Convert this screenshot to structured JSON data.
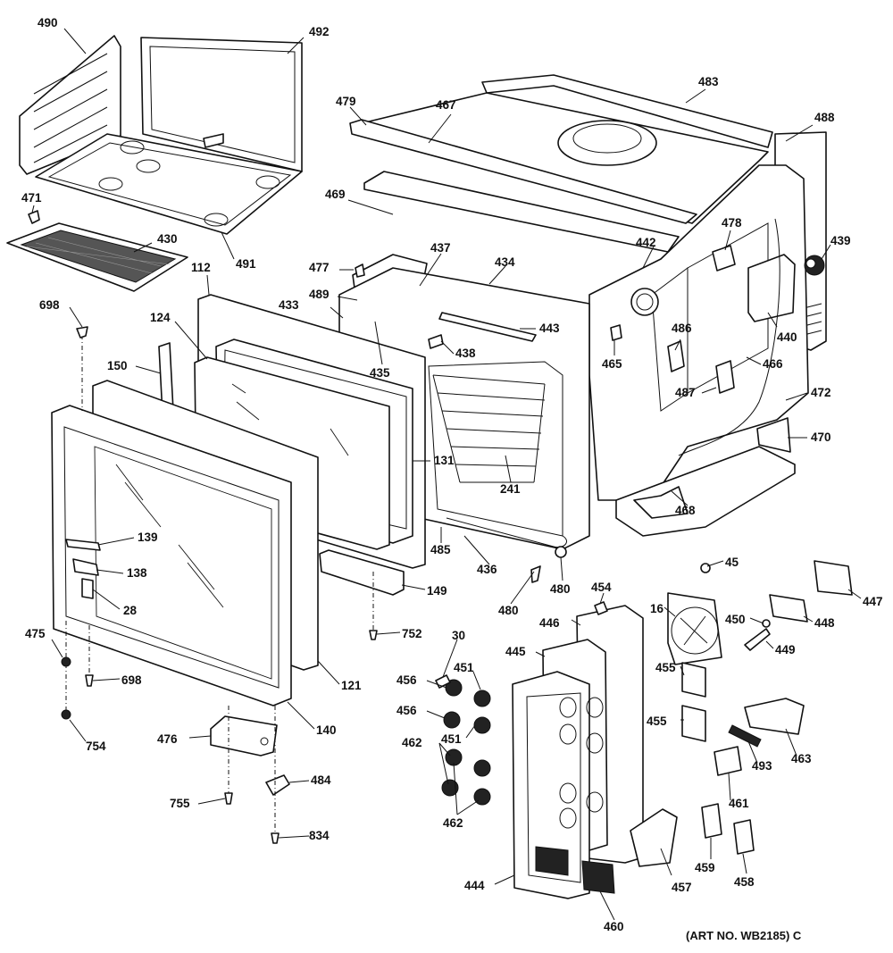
{
  "diagram": {
    "callouts": [
      {
        "id": "490",
        "text": "490"
      },
      {
        "id": "492",
        "text": "492"
      },
      {
        "id": "471",
        "text": "471"
      },
      {
        "id": "430",
        "text": "430"
      },
      {
        "id": "491",
        "text": "491"
      },
      {
        "id": "479",
        "text": "479"
      },
      {
        "id": "467",
        "text": "467"
      },
      {
        "id": "483",
        "text": "483"
      },
      {
        "id": "488",
        "text": "488"
      },
      {
        "id": "469",
        "text": "469"
      },
      {
        "id": "442",
        "text": "442"
      },
      {
        "id": "478",
        "text": "478"
      },
      {
        "id": "439",
        "text": "439"
      },
      {
        "id": "477",
        "text": "477"
      },
      {
        "id": "437",
        "text": "437"
      },
      {
        "id": "434",
        "text": "434"
      },
      {
        "id": "112",
        "text": "112"
      },
      {
        "id": "489",
        "text": "489"
      },
      {
        "id": "433",
        "text": "433"
      },
      {
        "id": "698a",
        "text": "698"
      },
      {
        "id": "124",
        "text": "124"
      },
      {
        "id": "443",
        "text": "443"
      },
      {
        "id": "486",
        "text": "486"
      },
      {
        "id": "440",
        "text": "440"
      },
      {
        "id": "438",
        "text": "438"
      },
      {
        "id": "465",
        "text": "465"
      },
      {
        "id": "466",
        "text": "466"
      },
      {
        "id": "150",
        "text": "150"
      },
      {
        "id": "435",
        "text": "435"
      },
      {
        "id": "487",
        "text": "487"
      },
      {
        "id": "472",
        "text": "472"
      },
      {
        "id": "470",
        "text": "470"
      },
      {
        "id": "131",
        "text": "131"
      },
      {
        "id": "241",
        "text": "241"
      },
      {
        "id": "468",
        "text": "468"
      },
      {
        "id": "139",
        "text": "139"
      },
      {
        "id": "485",
        "text": "485"
      },
      {
        "id": "45",
        "text": "45"
      },
      {
        "id": "138",
        "text": "138"
      },
      {
        "id": "436",
        "text": "436"
      },
      {
        "id": "480a",
        "text": "480"
      },
      {
        "id": "149",
        "text": "149"
      },
      {
        "id": "454",
        "text": "454"
      },
      {
        "id": "447",
        "text": "447"
      },
      {
        "id": "480b",
        "text": "480"
      },
      {
        "id": "446",
        "text": "446"
      },
      {
        "id": "16",
        "text": "16"
      },
      {
        "id": "450",
        "text": "450"
      },
      {
        "id": "28",
        "text": "28"
      },
      {
        "id": "448",
        "text": "448"
      },
      {
        "id": "752",
        "text": "752"
      },
      {
        "id": "30",
        "text": "30"
      },
      {
        "id": "445",
        "text": "445"
      },
      {
        "id": "475",
        "text": "475"
      },
      {
        "id": "451a",
        "text": "451"
      },
      {
        "id": "449",
        "text": "449"
      },
      {
        "id": "455a",
        "text": "455"
      },
      {
        "id": "456a",
        "text": "456"
      },
      {
        "id": "698b",
        "text": "698"
      },
      {
        "id": "121",
        "text": "121"
      },
      {
        "id": "456b",
        "text": "456"
      },
      {
        "id": "451b",
        "text": "451"
      },
      {
        "id": "455b",
        "text": "455"
      },
      {
        "id": "140",
        "text": "140"
      },
      {
        "id": "462a",
        "text": "462"
      },
      {
        "id": "476",
        "text": "476"
      },
      {
        "id": "754",
        "text": "754"
      },
      {
        "id": "493",
        "text": "493"
      },
      {
        "id": "463",
        "text": "463"
      },
      {
        "id": "484",
        "text": "484"
      },
      {
        "id": "461",
        "text": "461"
      },
      {
        "id": "755",
        "text": "755"
      },
      {
        "id": "462b",
        "text": "462"
      },
      {
        "id": "834",
        "text": "834"
      },
      {
        "id": "459",
        "text": "459"
      },
      {
        "id": "458",
        "text": "458"
      },
      {
        "id": "457",
        "text": "457"
      },
      {
        "id": "444",
        "text": "444"
      },
      {
        "id": "460",
        "text": "460"
      }
    ]
  },
  "footer": {
    "art_no": "(ART NO. WB2185) C"
  }
}
